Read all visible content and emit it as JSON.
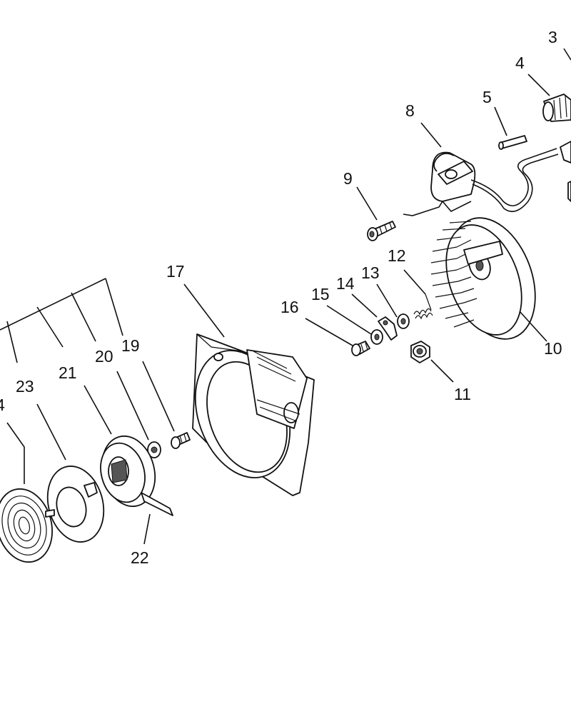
{
  "diagram": {
    "callouts": [
      {
        "id": "3",
        "text": "3"
      },
      {
        "id": "4",
        "text": "4"
      },
      {
        "id": "5",
        "text": "5"
      },
      {
        "id": "8",
        "text": "8"
      },
      {
        "id": "9",
        "text": "9"
      },
      {
        "id": "10",
        "text": "10"
      },
      {
        "id": "11",
        "text": "11"
      },
      {
        "id": "12",
        "text": "12"
      },
      {
        "id": "13",
        "text": "13"
      },
      {
        "id": "14",
        "text": "14"
      },
      {
        "id": "15",
        "text": "15"
      },
      {
        "id": "16",
        "text": "16"
      },
      {
        "id": "17",
        "text": "17"
      },
      {
        "id": "19",
        "text": "19"
      },
      {
        "id": "20",
        "text": "20"
      },
      {
        "id": "21",
        "text": "21"
      },
      {
        "id": "22",
        "text": "22"
      },
      {
        "id": "23",
        "text": "23"
      },
      {
        "id": "24",
        "text": "4"
      }
    ]
  }
}
